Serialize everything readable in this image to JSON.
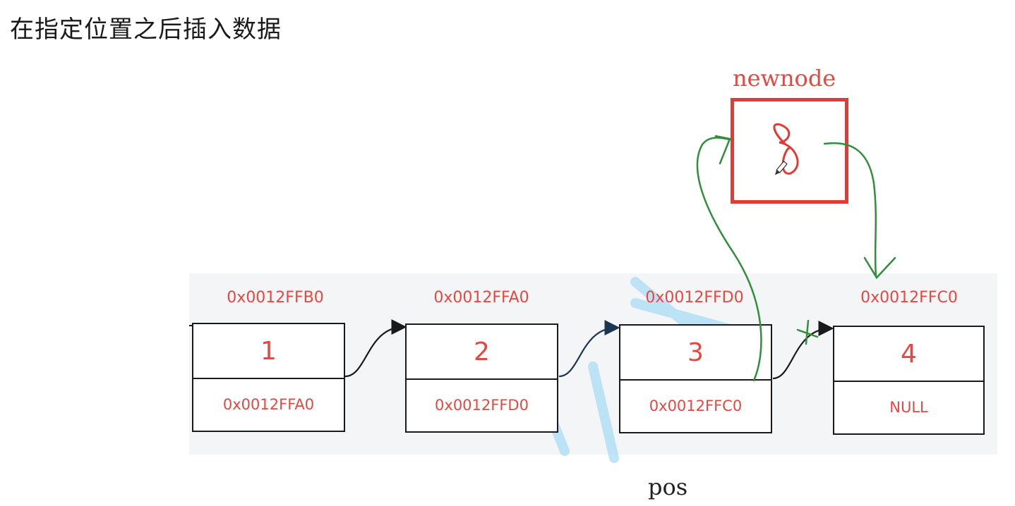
{
  "title": "在指定位置之后插入数据",
  "nodes": [
    {
      "addr": "0x0012FFB0",
      "value": "1",
      "next": "0x0012FFA0"
    },
    {
      "addr": "0x0012FFA0",
      "value": "2",
      "next": "0x0012FFD0"
    },
    {
      "addr": "0x0012FFD0",
      "value": "3",
      "next": "0x0012FFC0"
    },
    {
      "addr": "0x0012FFC0",
      "value": "4",
      "next": "NULL"
    }
  ],
  "newnode": {
    "label": "newnode"
  },
  "pos_label": "pos",
  "colors": {
    "red": "#e8473f",
    "green": "#2f8f3a",
    "black": "#1a1a1a",
    "watermark": "#9fd6f2"
  }
}
